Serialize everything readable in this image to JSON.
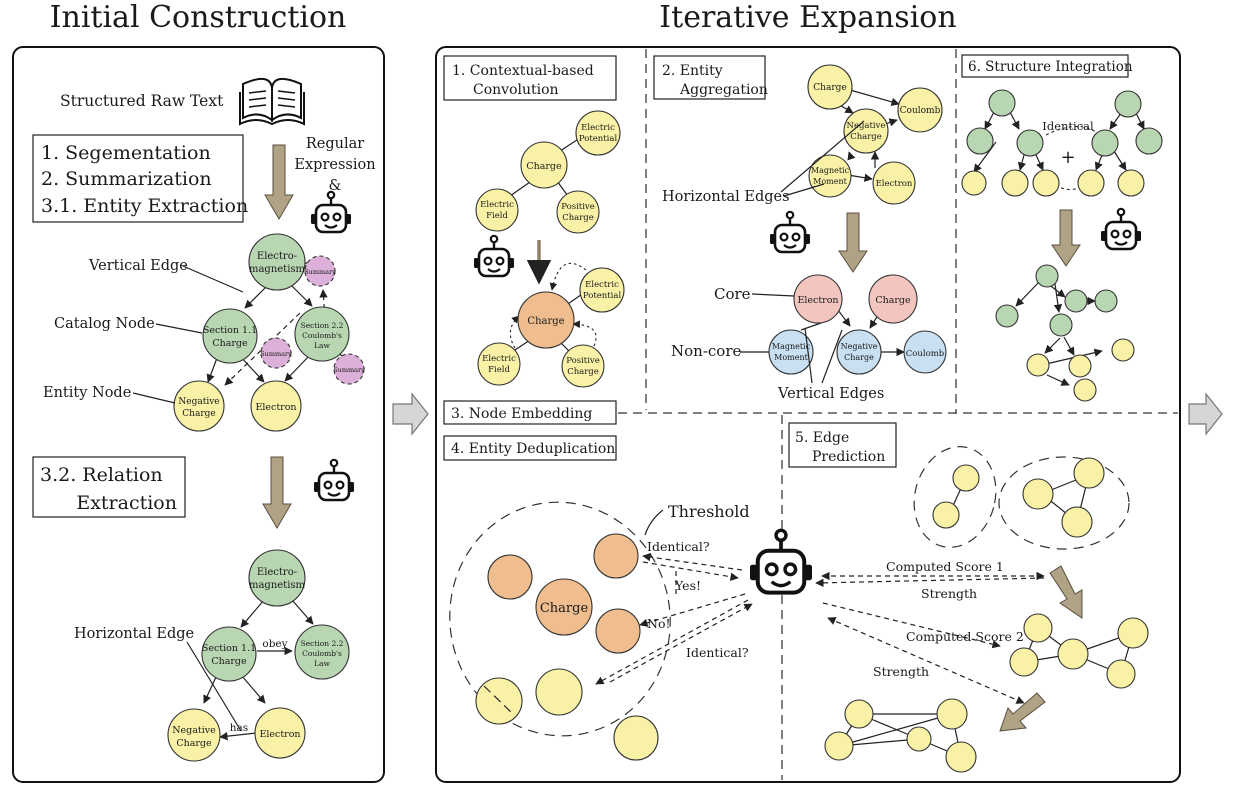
{
  "titles": {
    "left": "Initial Construction",
    "right": "Iterative Expansion"
  },
  "initial": {
    "raw_text_label": "Structured Raw Text",
    "steps": [
      "1. Segementation",
      "2. Summarization",
      "3.1. Entity Extraction"
    ],
    "regex_label": [
      "Regular",
      "Expression",
      "&"
    ],
    "annotations": {
      "vertical_edge": "Vertical Edge",
      "catalog_node": "Catalog Node",
      "entity_node": "Entity Node",
      "horizontal_edge": "Horizontal Edge"
    },
    "tree_nodes": {
      "root": [
        "Electro-",
        "magnetism"
      ],
      "section11": [
        "Section 1.1",
        "Charge"
      ],
      "section22": [
        "Section 2.2",
        "Coulomb's",
        "Law"
      ],
      "negative": [
        "Negative",
        "Charge"
      ],
      "electron": "Electron",
      "summary": "Summary"
    },
    "relation_step": [
      "3.2. Relation",
      "Extraction"
    ],
    "relation_labels": {
      "obey": "obey",
      "has": "has"
    }
  },
  "iterative": {
    "s1": {
      "label": [
        "1.  Contextual-based",
        "Convolution"
      ],
      "nodes": {
        "charge": "Charge",
        "potential": [
          "Electric",
          "Potential"
        ],
        "field": [
          "Electric",
          "Field"
        ],
        "positive": [
          "Positive",
          "Charge"
        ]
      }
    },
    "s2": {
      "label": [
        "2. Entity",
        "Aggregation"
      ],
      "nodes": {
        "charge": "Charge",
        "coulomb": "Coulomb",
        "negative": [
          "Negative",
          "Charge"
        ],
        "magnetic": [
          "Magnetic",
          "Moment"
        ],
        "electron": "Electron"
      },
      "horizontal_edges": "Horizontal Edges",
      "core": "Core",
      "noncore": "Non-core",
      "vertical_edges": "Vertical Edges"
    },
    "s6": {
      "label": "6. Structure Integration",
      "identical": "Identical",
      "plus": "+"
    },
    "s3": {
      "label": "3. Node Embedding"
    },
    "s4": {
      "label": "4. Entity Deduplication",
      "threshold": "Threshold",
      "identical_q1": "Identical?",
      "yes": "Yes!",
      "no": "No!",
      "identical_q2": "Identical?",
      "charge": "Charge"
    },
    "s5": {
      "label": [
        "5. Edge",
        "Prediction"
      ],
      "score1": "Computed Score 1",
      "strength1": "Strength",
      "score2": "Computed Score 2",
      "strength2": "Strength"
    }
  },
  "colors": {
    "entity": "#f8f1a6",
    "catalog": "#b8d6b2",
    "focus": "#efbd8e",
    "core": "#f2c5bf",
    "noncore": "#c8e0f1",
    "summary": "#dcb0d8",
    "arrow": "#b0a284"
  },
  "icons": [
    "book-icon",
    "robot-icon"
  ]
}
